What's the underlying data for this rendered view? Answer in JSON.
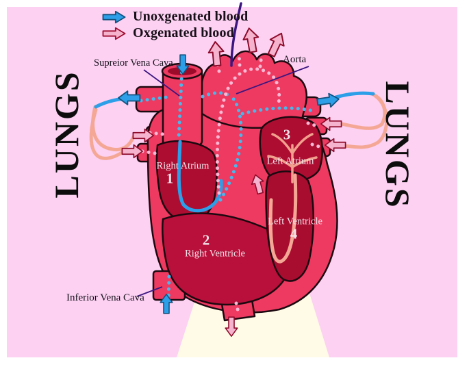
{
  "legend": {
    "unoxygenated": {
      "label": "Unoxgenated blood",
      "arrow_color": "#2d9fe8"
    },
    "oxygenated": {
      "label": "Oxgenated blood",
      "arrow_color": "#f6b3cd"
    }
  },
  "side_labels": {
    "left": "LUNGS",
    "right": "LUNGS"
  },
  "vessel_labels": {
    "superior_vena_cava": "Supreior Vena Cava",
    "aorta": "Aorta",
    "inferior_vena_cava": "Inferior Vena Cava"
  },
  "chambers": [
    {
      "number": "1",
      "name": "Right Atrium"
    },
    {
      "number": "2",
      "name": "Right Ventricle"
    },
    {
      "number": "3",
      "name": "Left Atrium"
    },
    {
      "number": "4",
      "name": "Left Ventricle"
    }
  ],
  "colors": {
    "background": "#fcd1f2",
    "border": "#ffffff",
    "heart_body": "#ee3a60",
    "chamber_dark": "#ad0d31",
    "unoxygenated_blue": "#2d9fe8",
    "blue_dots": "#49b6ec",
    "oxygenated_salmon": "#f5a795",
    "pink_dots": "#f9b8d4",
    "pink_arrow": "#f6b3cd",
    "pointer_purple": "#3b1680",
    "cream": "#fffbe7",
    "label_white": "#f3e2e9"
  }
}
